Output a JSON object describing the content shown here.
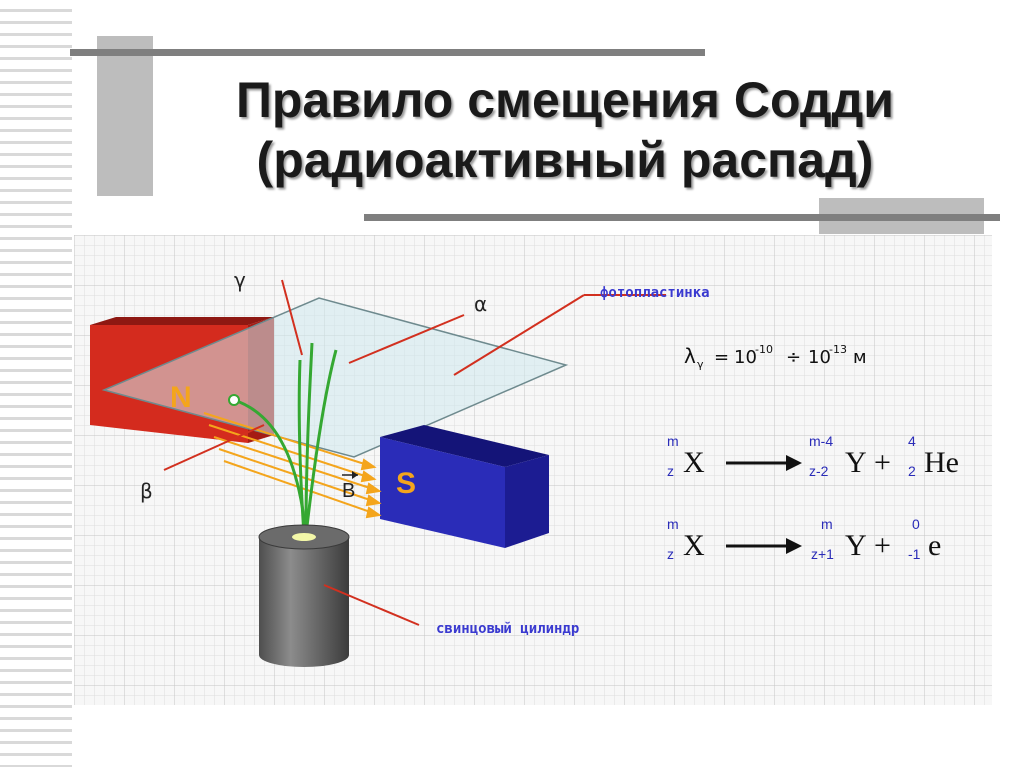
{
  "slide": {
    "title_line1": "Правило смещения Содди",
    "title_line2": "(радиоактивный распад)"
  },
  "diagram": {
    "labels": {
      "gamma": "γ",
      "alpha": "α",
      "beta": "β",
      "B": "B",
      "N": "N",
      "S": "S",
      "photoplate": "фотопластинка",
      "cylinder": "свинцовый цилиндр"
    },
    "wavelength": {
      "lambda": "λ",
      "subscript": "γ",
      "eq": "=",
      "base1": "10",
      "exp1": "-10",
      "div": "÷",
      "base2": "10",
      "exp2": "-13",
      "unit": "м"
    },
    "alpha_decay": {
      "x_mass": "m",
      "x_charge": "z",
      "x": "X",
      "y_mass": "m-4",
      "y_charge": "z-2",
      "y": "Y",
      "plus": "+",
      "p_mass": "4",
      "p_charge": "2",
      "particle": "He"
    },
    "beta_decay": {
      "x_mass": "m",
      "x_charge": "z",
      "x": "X",
      "y_mass": "m",
      "y_charge": "z+1",
      "y": "Y",
      "plus": "+",
      "p_mass": "0",
      "p_charge": "-1",
      "particle": "e"
    }
  },
  "colors": {
    "north_magnet": "#d42b1e",
    "south_magnet": "#2a2cb8",
    "label_red": "#d2301f",
    "label_blue": "#3a3ad0",
    "track_green": "#35a832",
    "arrow_orange": "#f4a51c"
  }
}
